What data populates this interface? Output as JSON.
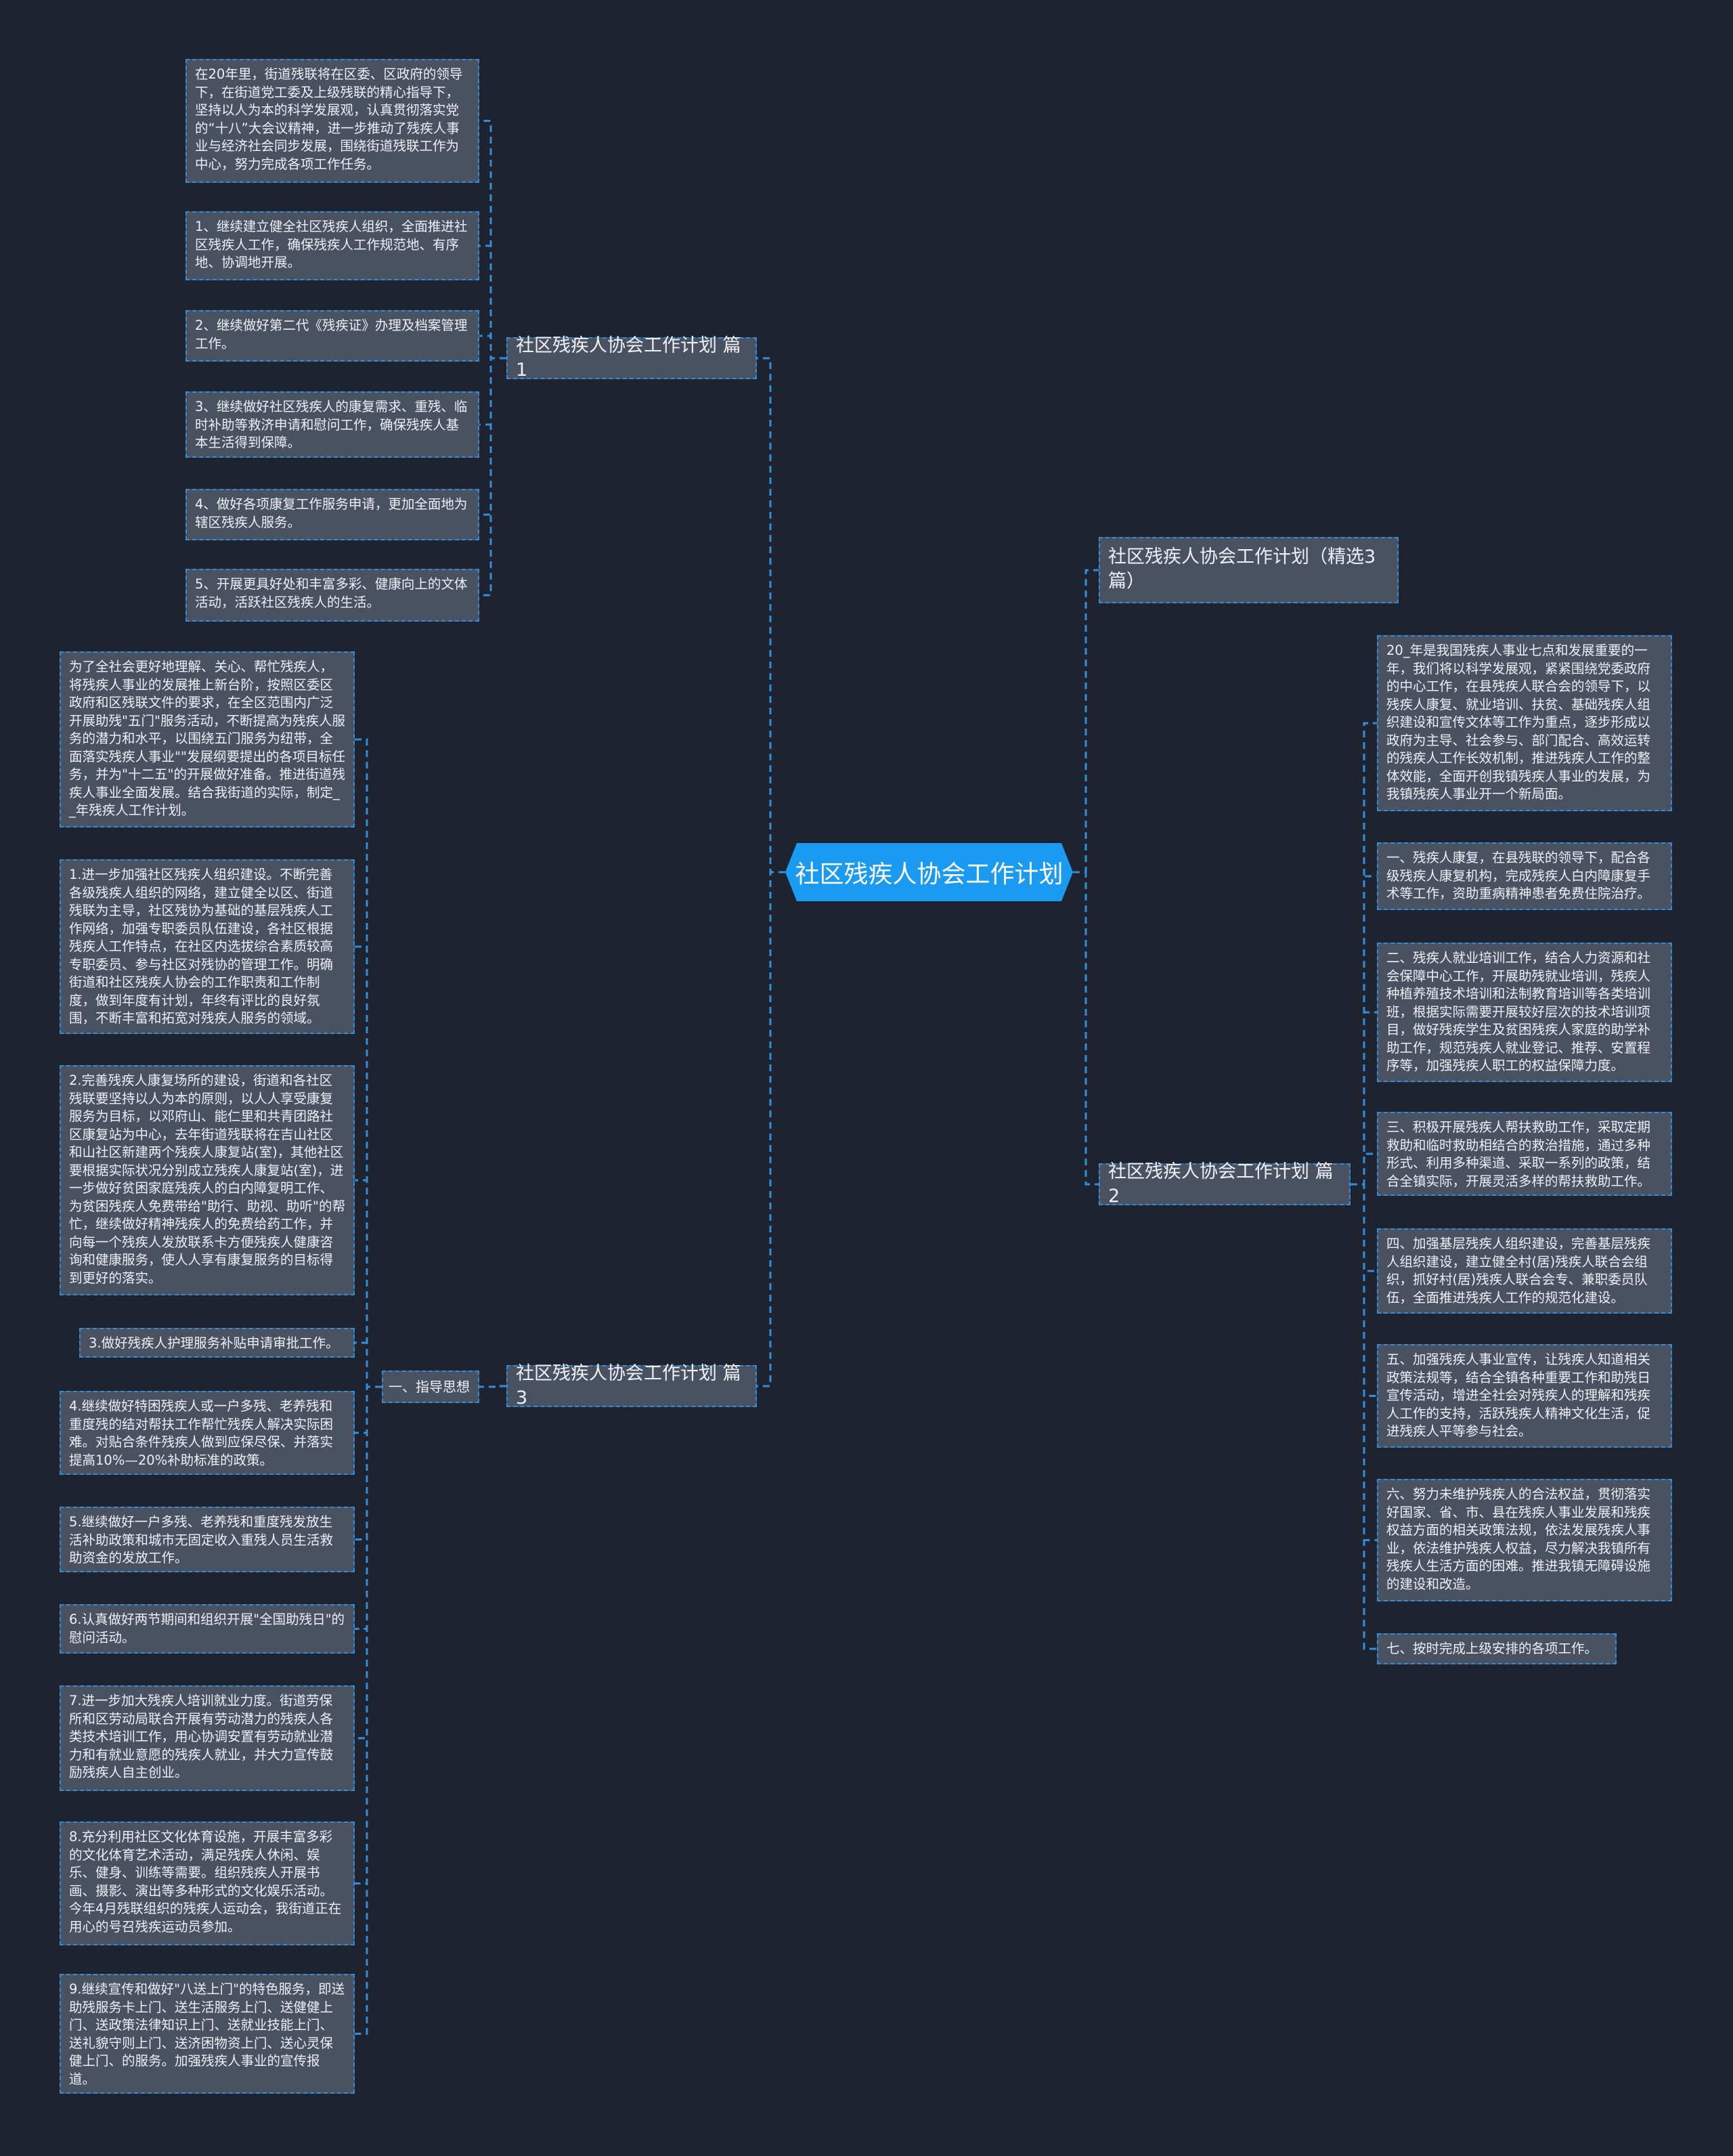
{
  "root": {
    "label": "社区残疾人协会工作计划"
  },
  "title_node": {
    "label": "社区残疾人协会工作计划（精选3篇）"
  },
  "plan1": {
    "label": "社区残疾人协会工作计划 篇1",
    "items": [
      "在20年里，街道残联将在区委、区政府的领导下，在街道党工委及上级残联的精心指导下，坚持以人为本的科学发展观，认真贯彻落实党的“十八”大会议精神，进一步推动了残疾人事业与经济社会同步发展，围绕街道残联工作为中心，努力完成各项工作任务。",
      "1、继续建立健全社区残疾人组织，全面推进社区残疾人工作，确保残疾人工作规范地、有序地、协调地开展。",
      "2、继续做好第二代《残疾证》办理及档案管理工作。",
      "3、继续做好社区残疾人的康复需求、重残、临时补助等救济申请和慰问工作，确保残疾人基本生活得到保障。",
      "4、做好各项康复工作服务申请，更加全面地为辖区残疾人服务。",
      "5、开展更具好处和丰富多彩、健康向上的文体活动，活跃社区残疾人的生活。"
    ]
  },
  "plan2": {
    "label": "社区残疾人协会工作计划 篇2",
    "items": [
      "20_年是我国残疾人事业七点和发展重要的一年，我们将以科学发展观，紧紧围绕党委政府的中心工作，在县残疾人联合会的领导下，以残疾人康复、就业培训、扶贫、基础残疾人组织建设和宣传文体等工作为重点，逐步形成以政府为主导、社会参与、部门配合、高效运转的残疾人工作长效机制，推进残疾人工作的整体效能，全面开创我镇残疾人事业的发展，为我镇残疾人事业开一个新局面。",
      "一、残疾人康复，在县残联的领导下，配合各级残疾人康复机构，完成残疾人白内障康复手术等工作，资助重病精神患者免费住院治疗。",
      "二、残疾人就业培训工作，结合人力资源和社会保障中心工作，开展助残就业培训，残疾人种植养殖技术培训和法制教育培训等各类培训班，根据实际需要开展较好层次的技术培训项目，做好残疾学生及贫困残疾人家庭的助学补助工作，规范残疾人就业登记、推荐、安置程序等，加强残疾人职工的权益保障力度。",
      "三、积极开展残疾人帮扶救助工作，采取定期救助和临时救助相结合的救治措施，通过多种形式、利用多种渠道、采取一系列的政策，结合全镇实际，开展灵活多样的帮扶救助工作。",
      "四、加强基层残疾人组织建设，完善基层残疾人组织建设，建立健全村(居)残疾人联合会组织，抓好村(居)残疾人联合会专、兼职委员队伍，全面推进残疾人工作的规范化建设。",
      "五、加强残疾人事业宣传，让残疾人知道相关政策法规等，结合全镇各种重要工作和助残日宣传活动，增进全社会对残疾人的理解和残疾人工作的支持，活跃残疾人精神文化生活，促进残疾人平等参与社会。",
      "六、努力未维护残疾人的合法权益，贯彻落实好国家、省、市、县在残疾人事业发展和残疾权益方面的相关政策法规，依法发展残疾人事业，依法维护残疾人权益，尽力解决我镇所有残疾人生活方面的困难。推进我镇无障碍设施的建设和改造。",
      "七、按时完成上级安排的各项工作。"
    ]
  },
  "plan3": {
    "label": "社区残疾人协会工作计划 篇3",
    "sub_label": "一、指导思想",
    "items": [
      "为了全社会更好地理解、关心、帮忙残疾人，将残疾人事业的发展推上新台阶，按照区委区政府和区残联文件的要求，在全区范围内广泛开展助残\"五门\"服务活动，不断提高为残疾人服务的潜力和水平，以围绕五门服务为纽带，全面落实残疾人事业\"\"发展纲要提出的各项目标任务，并为\"十二五\"的开展做好准备。推进街道残疾人事业全面发展。结合我街道的实际，制定__年残疾人工作计划。",
      "1.进一步加强社区残疾人组织建设。不断完善各级残疾人组织的网络，建立健全以区、街道残联为主导，社区残协为基础的基层残疾人工作网络，加强专职委员队伍建设，各社区根据残疾人工作特点，在社区内选拔综合素质较高专职委员、参与社区对残协的管理工作。明确街道和社区残疾人协会的工作职责和工作制度，做到年度有计划，年终有评比的良好氛围，不断丰富和拓宽对残疾人服务的领域。",
      "2.完善残疾人康复场所的建设，街道和各社区残联要坚持以人为本的原则，以人人享受康复服务为目标，以邓府山、能仁里和共青团路社区康复站为中心，去年街道残联将在吉山社区和山社区新建两个残疾人康复站(室)，其他社区要根据实际状况分别成立残疾人康复站(室)，进一步做好贫困家庭残疾人的白内障复明工作、为贫困残疾人免费带给\"助行、助视、助听\"的帮忙，继续做好精神残疾人的免费给药工作，并向每一个残疾人发放联系卡方便残疾人健康咨询和健康服务，使人人享有康复服务的目标得到更好的落实。",
      "3.做好残疾人护理服务补贴申请审批工作。",
      "4.继续做好特困残疾人或一户多残、老养残和重度残的结对帮扶工作帮忙残疾人解决实际困难。对贴合条件残疾人做到应保尽保、并落实提高10%—20%补助标准的政策。",
      "5.继续做好一户多残、老养残和重度残发放生活补助政策和城市无固定收入重残人员生活救助资金的发放工作。",
      "6.认真做好两节期间和组织开展\"全国助残日\"的慰问活动。",
      "7.进一步加大残疾人培训就业力度。街道劳保所和区劳动局联合开展有劳动潜力的残疾人各类技术培训工作，用心协调安置有劳动就业潜力和有就业意愿的残疾人就业，并大力宣传鼓励残疾人自主创业。",
      "8.充分利用社区文化体育设施，开展丰富多彩的文化体育艺术活动，满足残疾人休闲、娱乐、健身、训练等需要。组织残疾人开展书画、摄影、演出等多种形式的文化娱乐活动。今年4月残联组织的残疾人运动会，我街道正在用心的号召残疾运动员参加。",
      "9.继续宣传和做好\"八送上门\"的特色服务，即送助残服务卡上门、送生活服务上门、送健健上门、送政策法律知识上门、送就业技能上门、送礼貌守则上门、送济困物资上门、送心灵保健上门、的服务。加强残疾人事业的宣传报道。"
    ]
  },
  "colors": {
    "background": "#1f2330",
    "node": "#4a5160",
    "accent": "#1a9af0",
    "border": "#2f8fdc"
  }
}
